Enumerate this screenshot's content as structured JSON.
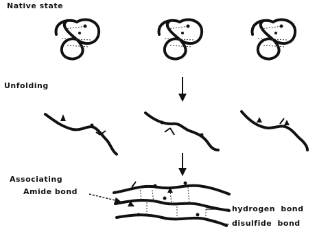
{
  "labels": {
    "native_state": "Native state",
    "unfolding": "Unfolding",
    "associating": "Associating",
    "amide_bond": "Amide bond",
    "hydrogen_bond": "hydrogen bond",
    "disulfide_bond": "disulfide bond"
  },
  "stages": [
    {
      "name": "native",
      "count": 3
    },
    {
      "name": "unfolded",
      "count": 3
    },
    {
      "name": "aggregate",
      "count": 1
    }
  ]
}
